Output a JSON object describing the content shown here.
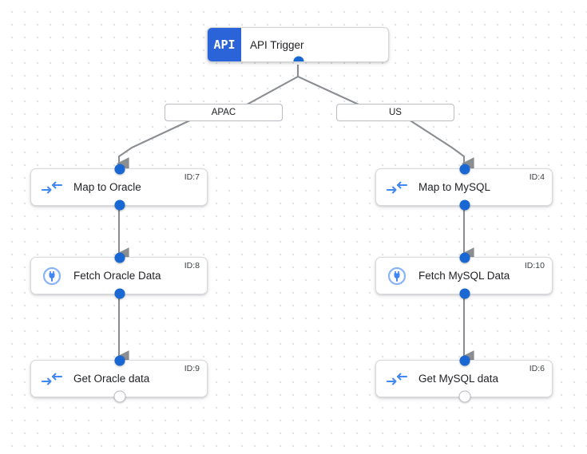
{
  "canvas": {
    "background_color": "#ffffff",
    "grid_dot_color": "#e3e3e5",
    "accent_color": "#1967d2",
    "trigger_badge_color": "#2b63d9",
    "edge_color": "#8a8d91"
  },
  "trigger": {
    "badge_text": "API",
    "label": "API Trigger",
    "icon": "api-badge-icon"
  },
  "branches": [
    {
      "label": "APAC",
      "name": "branch-label-apac"
    },
    {
      "label": "US",
      "name": "branch-label-us"
    }
  ],
  "nodes": [
    {
      "title": "Map to Oracle",
      "id_label": "ID:7",
      "icon": "map-transform-icon",
      "in_port": "connected",
      "out_port": "connected"
    },
    {
      "title": "Fetch Oracle Data",
      "id_label": "ID:8",
      "icon": "connector-plug-icon",
      "in_port": "connected",
      "out_port": "connected"
    },
    {
      "title": "Get Oracle data",
      "id_label": "ID:9",
      "icon": "map-transform-icon",
      "in_port": "connected",
      "out_port": "open"
    },
    {
      "title": "Map to MySQL",
      "id_label": "ID:4",
      "icon": "map-transform-icon",
      "in_port": "connected",
      "out_port": "connected"
    },
    {
      "title": "Fetch MySQL Data",
      "id_label": "ID:10",
      "icon": "connector-plug-icon",
      "in_port": "connected",
      "out_port": "connected"
    },
    {
      "title": "Get MySQL data",
      "id_label": "ID:6",
      "icon": "map-transform-icon",
      "in_port": "connected",
      "out_port": "open"
    }
  ]
}
